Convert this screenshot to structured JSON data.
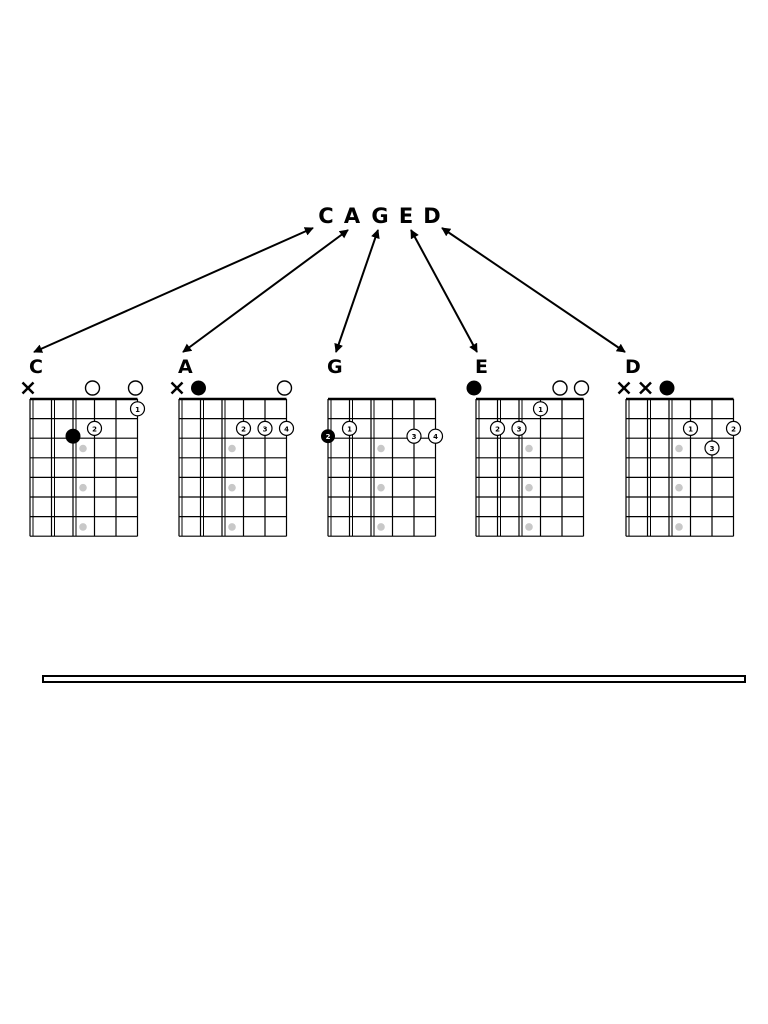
{
  "title": "CAGED",
  "title_letters": [
    "C",
    "A",
    "G",
    "E",
    "D"
  ],
  "colors": {
    "ink": "#000000",
    "inlay": "#c8c8c8",
    "background": "#ffffff"
  },
  "chords": [
    {
      "name": "C",
      "string_marks": [
        "x",
        "",
        "",
        "o",
        "",
        "o"
      ],
      "notes": [
        {
          "string": 2,
          "fret": 2,
          "finger": "",
          "root": true
        },
        {
          "string": 3,
          "fret": 1.5,
          "finger": "2",
          "root": false
        },
        {
          "string": 5,
          "fret": 0.5,
          "finger": "1",
          "root": false
        }
      ]
    },
    {
      "name": "A",
      "string_marks": [
        "x",
        "root",
        "",
        "",
        "",
        "o"
      ],
      "notes": [
        {
          "string": 3,
          "fret": 1.5,
          "finger": "2",
          "root": false
        },
        {
          "string": 4,
          "fret": 1.5,
          "finger": "3",
          "root": false
        },
        {
          "string": 5,
          "fret": 1.5,
          "finger": "4",
          "root": false
        }
      ]
    },
    {
      "name": "G",
      "string_marks": [
        "",
        "",
        "",
        "",
        "",
        ""
      ],
      "notes": [
        {
          "string": 0,
          "fret": 2,
          "finger": "2",
          "root": true
        },
        {
          "string": 1,
          "fret": 1.5,
          "finger": "1",
          "root": false
        },
        {
          "string": 4,
          "fret": 2,
          "finger": "3",
          "root": false
        },
        {
          "string": 5,
          "fret": 2,
          "finger": "4",
          "root": false
        }
      ]
    },
    {
      "name": "E",
      "string_marks": [
        "root",
        "",
        "",
        "",
        "o",
        "o"
      ],
      "notes": [
        {
          "string": 1,
          "fret": 1.5,
          "finger": "2",
          "root": false
        },
        {
          "string": 2,
          "fret": 1.5,
          "finger": "3",
          "root": false
        },
        {
          "string": 3,
          "fret": 0.5,
          "finger": "1",
          "root": false
        }
      ]
    },
    {
      "name": "D",
      "string_marks": [
        "x",
        "x",
        "root",
        "",
        "",
        ""
      ],
      "notes": [
        {
          "string": 3,
          "fret": 1.5,
          "finger": "1",
          "root": false
        },
        {
          "string": 4,
          "fret": 2.5,
          "finger": "3",
          "root": false
        },
        {
          "string": 5,
          "fret": 1.5,
          "finger": "2",
          "root": false
        }
      ]
    }
  ],
  "fret_inlays": [
    2.5,
    4.5,
    6.5
  ]
}
